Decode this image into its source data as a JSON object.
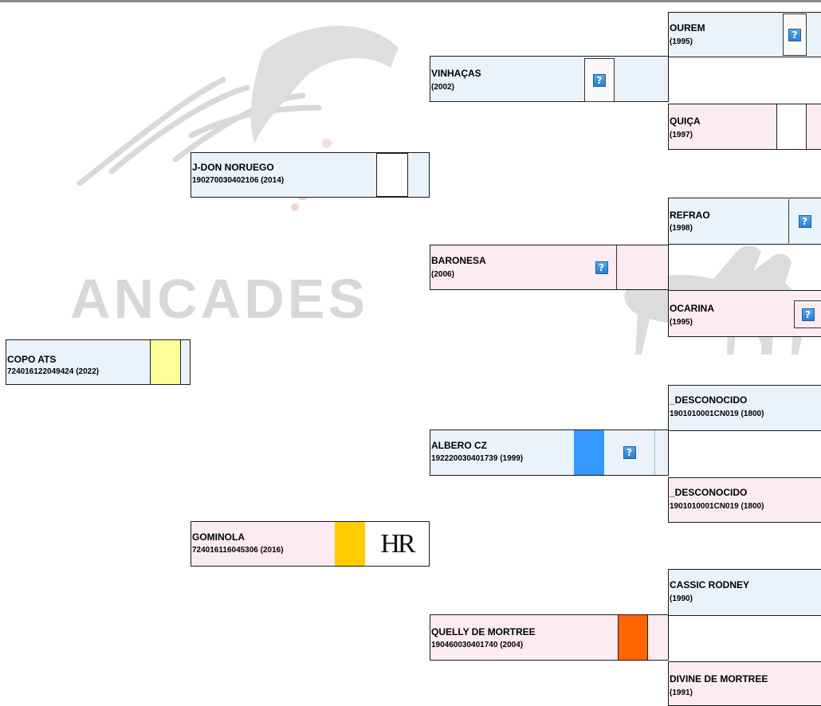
{
  "watermark": {
    "text": "ANCADES"
  },
  "pedigree": {
    "subject": {
      "name": "COPO ATS",
      "info": "724016122049424 (2022)",
      "color": "#ffff99"
    },
    "sire": {
      "name": "J-DON NORUEGO",
      "info": "190270030402106 (2014)"
    },
    "dam": {
      "name": "GOMINOLA",
      "info": "724016116045306 (2016)",
      "color": "#ffcc00",
      "logo": "HR"
    },
    "ss": {
      "name": "VINHAÇAS",
      "info": "(2002)"
    },
    "sd": {
      "name": "BARONESA",
      "info": "(2006)"
    },
    "ds": {
      "name": "ALBERO CZ",
      "info": "192220030401739 (1999)",
      "color": "#3399ff"
    },
    "dd": {
      "name": "QUELLY DE MORTREE",
      "info": "190460030401740 (2004)",
      "color": "#ff6600"
    },
    "sss": {
      "name": "OUREM",
      "info": "(1995)"
    },
    "ssd": {
      "name": "QUIÇA",
      "info": "(1997)"
    },
    "sds": {
      "name": "REFRAO",
      "info": "(1998)"
    },
    "sdd": {
      "name": "OCARINA",
      "info": "(1995)"
    },
    "dss": {
      "name": "_DESCONOCIDO",
      "info": "1901010001CN019 (1800)"
    },
    "dsd": {
      "name": "_DESCONOCIDO",
      "info": "1901010001CN019 (1800)"
    },
    "dds": {
      "name": "CASSIC RODNEY",
      "info": "(1990)"
    },
    "ddd": {
      "name": "DIVINE DE MORTREE",
      "info": "(1991)"
    }
  },
  "icons": {
    "unknown_photo": "?"
  }
}
